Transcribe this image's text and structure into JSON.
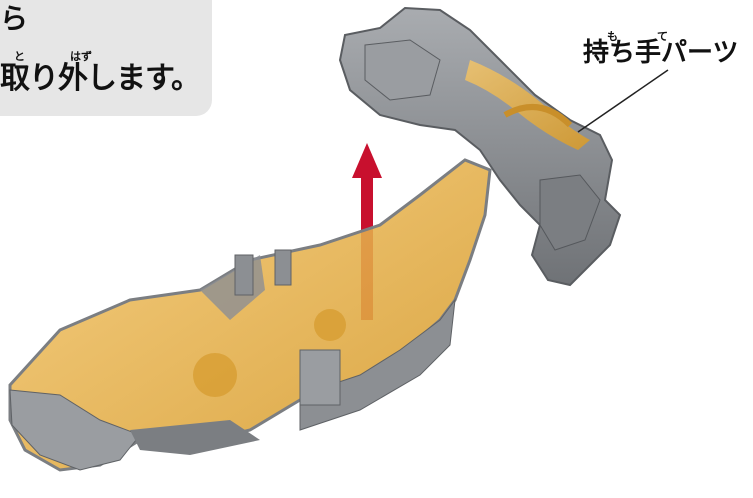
{
  "instruction": {
    "line1_partial": "ら",
    "line2": "取り外します。",
    "ruby_to": "と",
    "ruby_hazu": "はず"
  },
  "label": {
    "text": "持ち手パーツ",
    "ruby_mo": "も",
    "ruby_te": "て"
  },
  "colors": {
    "callout_bg": "#e6e6e6",
    "arrow": "#c8102e",
    "plastic_gray": "#8c8f93",
    "translucent_orange": "#e8a838"
  }
}
